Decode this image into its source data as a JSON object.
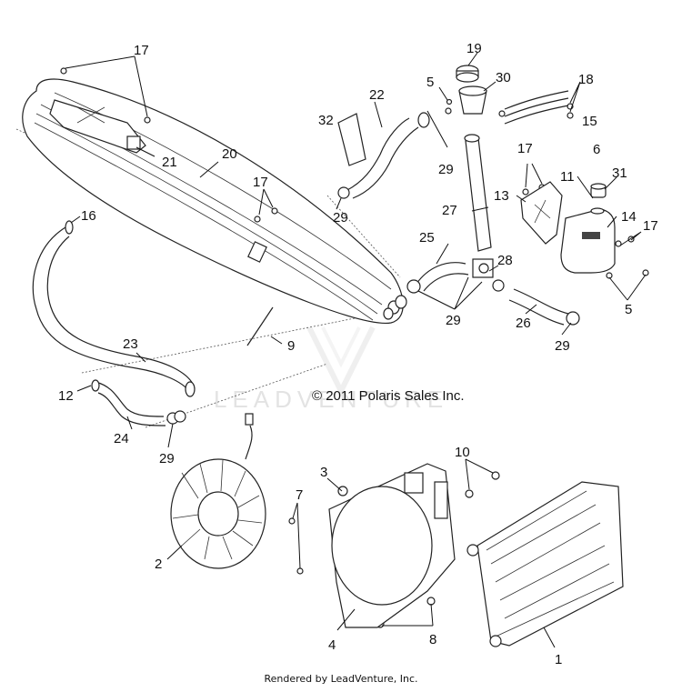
{
  "copyright": "© 2011 Polaris Sales Inc.",
  "footer": "Rendered by LeadVenture, Inc.",
  "watermark": "LEADVENTURE",
  "callouts": {
    "c1": "1",
    "c2": "2",
    "c3": "3",
    "c4": "4",
    "c5a": "5",
    "c5b": "5",
    "c6": "6",
    "c7": "7",
    "c8": "8",
    "c9": "9",
    "c10": "10",
    "c11": "11",
    "c12": "12",
    "c13": "13",
    "c14": "14",
    "c15": "15",
    "c16": "16",
    "c17a": "17",
    "c17b": "17",
    "c17c": "17",
    "c17d": "17",
    "c18": "18",
    "c19": "19",
    "c20": "20",
    "c21": "21",
    "c22": "22",
    "c23": "23",
    "c24": "24",
    "c25": "25",
    "c26": "26",
    "c27": "27",
    "c28": "28",
    "c29a": "29",
    "c29b": "29",
    "c29c": "29",
    "c29d": "29",
    "c29e": "29",
    "c30": "30",
    "c31": "31",
    "c32": "32"
  }
}
